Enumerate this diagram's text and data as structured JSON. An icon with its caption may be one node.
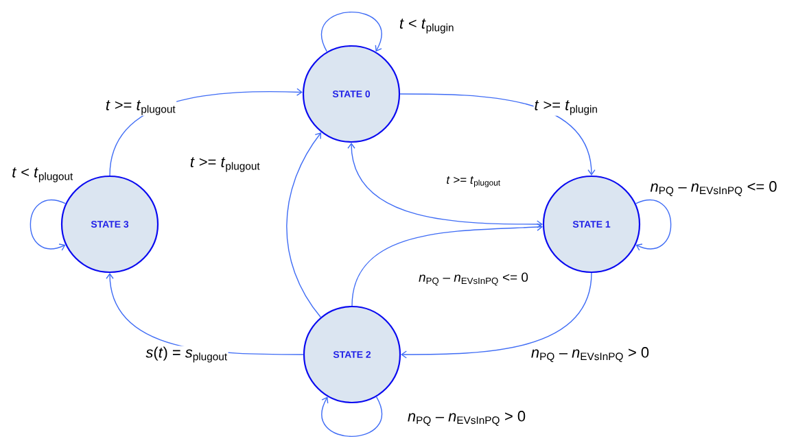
{
  "diagram": {
    "nodes": [
      {
        "text": [
          "STATE 0"
        ]
      },
      {
        "text": [
          "STATE 1"
        ]
      },
      {
        "text": [
          "STATE 2"
        ]
      },
      {
        "text": [
          "STATE 3"
        ]
      }
    ],
    "edges": [
      {
        "from": 0,
        "to": 0,
        "arrow": "to",
        "label": "*t* < *t*$_{plugin}$"
      },
      {
        "from": 3,
        "to": 0,
        "arrow": "to",
        "label": "*t* >= *t*$_{plugout}$"
      },
      {
        "from": 0,
        "to": 1,
        "arrow": "to",
        "label": "*t* >= *t*$_{plugin}$"
      },
      {
        "from": 0,
        "to": 1,
        "arrow": "both",
        "label": "*t* >= *t*$_{plugout}$"
      },
      {
        "from": 3,
        "to": 3,
        "arrow": "to",
        "label": "*t* < *t*$_{plugout}$"
      },
      {
        "from": 1,
        "to": 1,
        "arrow": "to",
        "label": "*n*$_{PQ}$ – *n*$_{EVsInPQ}$ <= 0"
      },
      {
        "from": 2,
        "to": 1,
        "arrow": "to",
        "label": "*n*$_{PQ}$ – *n*$_{EVsInPQ}$ <= 0"
      },
      {
        "from": 1,
        "to": 2,
        "arrow": "to",
        "label": "*n*$_{PQ}$ – *n*$_{EVsInPQ}$ > 0"
      },
      {
        "from": 2,
        "to": 0,
        "arrow": "to",
        "label": "*t* >= *t*$_{plugout}$"
      },
      {
        "from": 2,
        "to": 3,
        "arrow": "to",
        "label": "*s*(*t*) = *s*$_{plugout}$"
      },
      {
        "from": 2,
        "to": 2,
        "arrow": "to",
        "label": "*n*$_{PQ}$ – *n*$_{EVsInPQ}$ > 0"
      }
    ]
  }
}
